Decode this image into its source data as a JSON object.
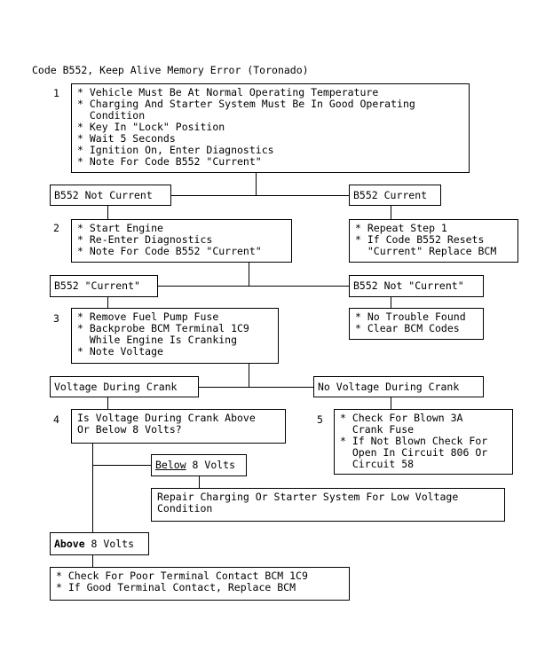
{
  "title": "Code B552, Keep Alive Memory Error (Toronado)",
  "steps": {
    "s1": {
      "num": "1",
      "lines": [
        "* Vehicle Must Be At Normal Operating Temperature",
        "* Charging And Starter System Must Be In Good Operating",
        "  Condition",
        "* Key In \"Lock\" Position",
        "* Wait 5 Seconds",
        "* Ignition On, Enter Diagnostics",
        "* Note For Code B552 \"Current\""
      ]
    },
    "s2": {
      "num": "2",
      "lines": [
        "* Start Engine",
        "* Re-Enter Diagnostics",
        "* Note For Code B552 \"Current\""
      ]
    },
    "s3": {
      "num": "3",
      "lines": [
        "* Remove Fuel Pump Fuse",
        "* Backprobe BCM Terminal 1C9",
        "  While Engine Is Cranking",
        "* Note Voltage"
      ]
    },
    "s4": {
      "num": "4",
      "lines": [
        "Is Voltage During Crank Above",
        "Or Below 8 Volts?"
      ]
    },
    "s5": {
      "num": "5",
      "lines": [
        "* Check For Blown 3A",
        "  Crank Fuse",
        "* If Not Blown Check For",
        "  Open In Circuit 806 Or",
        "  Circuit 58"
      ]
    }
  },
  "labels": {
    "not_current_1": "B552 Not Current",
    "current_1": "B552 Current",
    "current_2": "B552 \"Current\"",
    "not_current_2": "B552 Not \"Current\"",
    "voltage_during_crank": "Voltage During Crank",
    "no_voltage_during_crank": "No Voltage During Crank",
    "below_word": "Below",
    "below_rest": " 8 Volts",
    "above_word": "Above",
    "above_rest": " 8 Volts"
  },
  "results": {
    "repeat": [
      "* Repeat Step 1",
      "* If Code B552 Resets",
      "  \"Current\" Replace BCM"
    ],
    "no_trouble": [
      "* No Trouble Found",
      "* Clear BCM Codes"
    ],
    "repair": [
      "Repair Charging Or Starter System For Low Voltage",
      "Condition"
    ],
    "poor_contact": [
      "* Check For Poor Terminal Contact BCM 1C9",
      "* If Good Terminal Contact, Replace BCM"
    ]
  }
}
